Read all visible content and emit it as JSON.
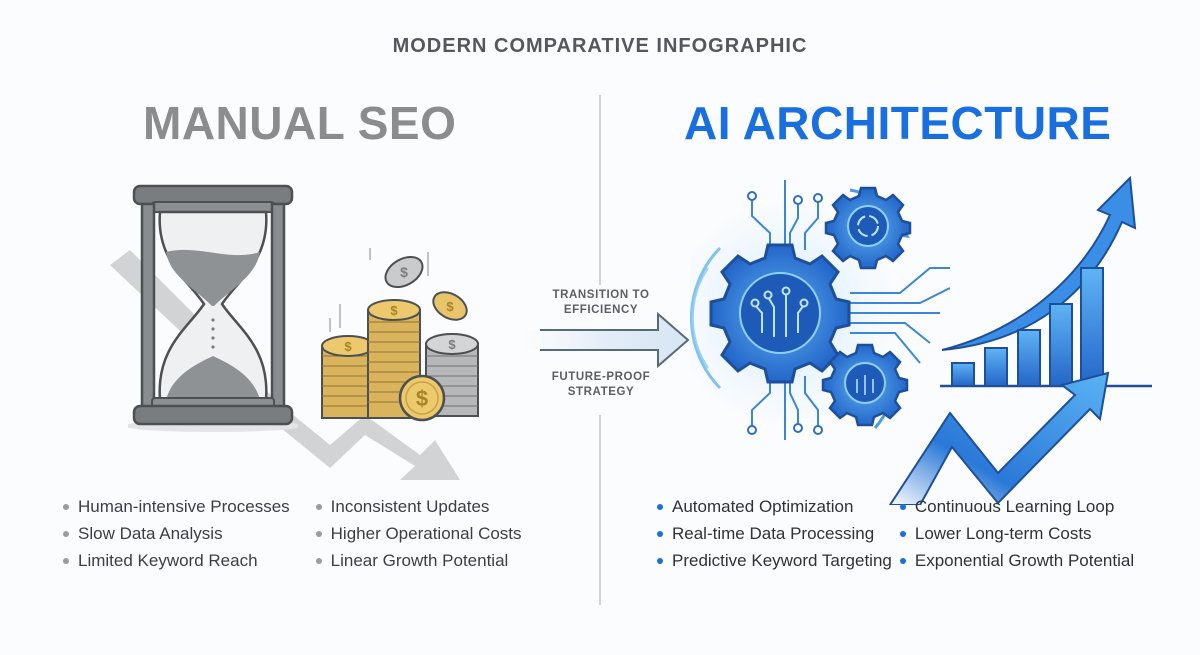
{
  "header": {
    "title": "MODERN COMPARATIVE INFOGRAPHIC"
  },
  "left_column": {
    "title": "MANUAL SEO",
    "title_color": "#8a8c8e",
    "illustrations": [
      "hourglass-icon",
      "coin-stacks-icon",
      "downtrend-arrow-icon"
    ],
    "bullets": [
      "Human-intensive Processes",
      "Inconsistent Updates",
      "Slow Data Analysis",
      "Higher Operational Costs",
      "Limited Keyword Reach",
      "Linear Growth Potential"
    ]
  },
  "transition": {
    "label_top": "TRANSITION TO EFFICIENCY",
    "label_bottom": "FUTURE-PROOF STRATEGY",
    "icon": "right-arrow-icon"
  },
  "right_column": {
    "title": "AI ARCHITECTURE",
    "title_color": "#1a6fe0",
    "illustrations": [
      "circuit-gears-icon",
      "bar-chart-icon",
      "uptrend-arrow-icon"
    ],
    "bullets": [
      "Automated Optimization",
      "Continuous Learning Loop",
      "Real-time Data Processing",
      "Lower Long-term Costs",
      "Predictive Keyword Targeting",
      "Exponential Growth Potential"
    ]
  },
  "colors": {
    "background": "#fbfcfd",
    "accent_blue": "#1a6fe0",
    "neutral_gray": "#8a8c8e",
    "coin_gold": "#e8c46a"
  }
}
